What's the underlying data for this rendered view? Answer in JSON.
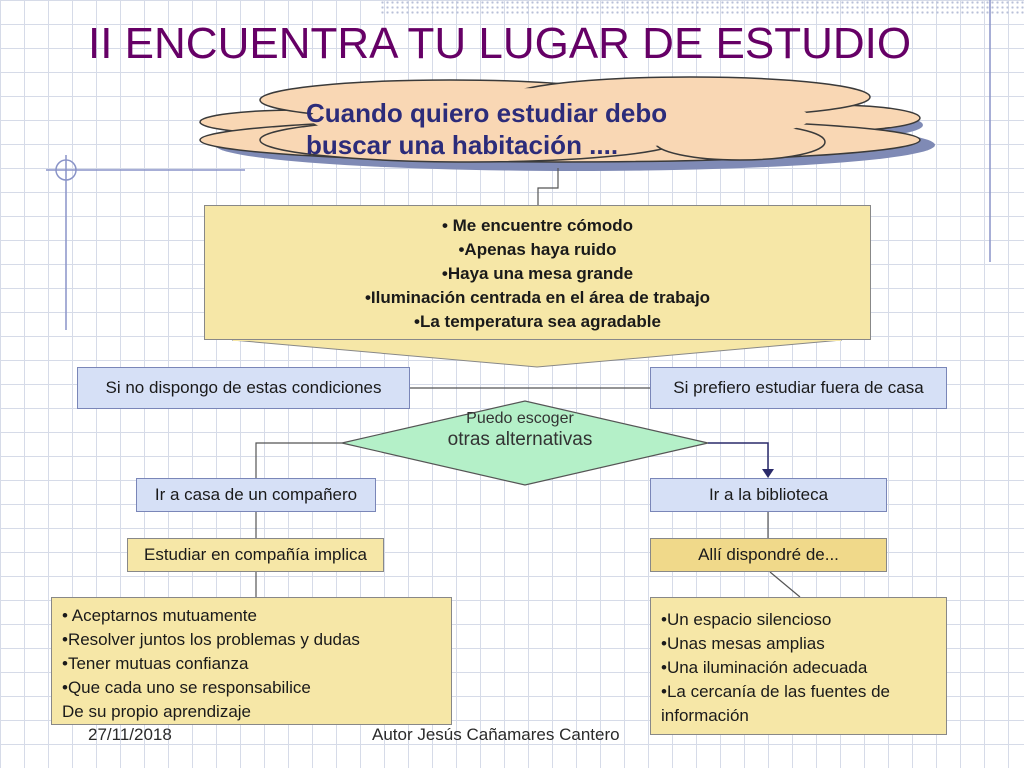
{
  "title": "II ENCUENTRA TU LUGAR DE ESTUDIO",
  "cloud": {
    "line1": "Cuando quiero estudiar debo",
    "line2": "buscar una habitación ...."
  },
  "conditions": [
    "• Me encuentre cómodo",
    "•Apenas haya ruido",
    "•Haya una mesa grande",
    "•Iluminación centrada en el área de trabajo",
    "•La temperatura sea agradable"
  ],
  "left_condition": "Si no dispongo de estas condiciones",
  "right_condition": "Si prefiero estudiar fuera de casa",
  "decision": {
    "line1": "Puedo escoger",
    "line2": "otras  alternativas"
  },
  "option_left": "Ir a casa de un compañero",
  "option_right": "Ir a la biblioteca",
  "implies_left": "Estudiar en compañía implica",
  "implies_right": "Allí dispondré de...",
  "list_left": [
    "• Aceptarnos mutuamente",
    "•Resolver juntos los problemas y dudas",
    "•Tener mutuas confianza",
    "•Que cada uno se responsabilice",
    "De su propio aprendizaje"
  ],
  "list_right": [
    "•Un espacio silencioso",
    "•Unas mesas amplias",
    "•Una iluminación adecuada",
    "•La cercanía de las fuentes de",
    "información"
  ],
  "footer": {
    "date": "27/11/2018",
    "author": "Autor Jesús Cañamares Cantero"
  },
  "colors": {
    "title": "#660066",
    "cloud_fill": "#f9d7b4",
    "cloud_text": "#2c2c7a",
    "box_yellow": "#f6e7a7",
    "box_blue": "#d6e0f6",
    "box_gold": "#f0d98a",
    "diamond": "#b4f0c8"
  }
}
